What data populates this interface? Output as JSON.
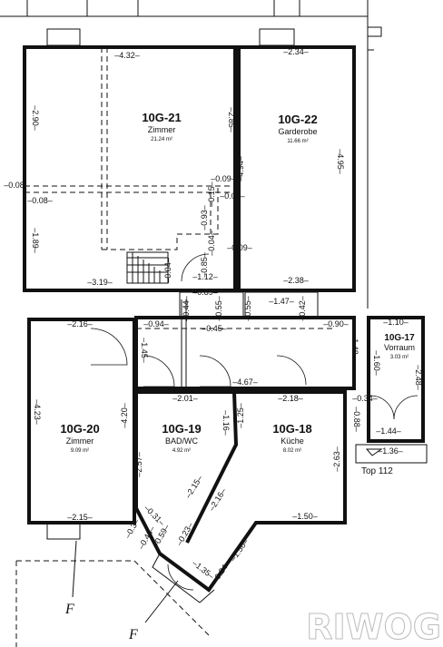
{
  "rooms": [
    {
      "id": "10G-21",
      "name": "Zimmer",
      "area": "21.24 m²"
    },
    {
      "id": "10G-22",
      "name": "Garderobe",
      "area": "11.66 m²"
    },
    {
      "id": "10G-20",
      "name": "Zimmer",
      "area": "9.09 m²"
    },
    {
      "id": "10G-19",
      "name": "BAD/WC",
      "area": "4.92 m²"
    },
    {
      "id": "10G-18",
      "name": "Küche",
      "area": "8.02 m²"
    },
    {
      "id": "10G-17",
      "name": "Vorraum",
      "area": "3.03 m²"
    }
  ],
  "dimensions": [
    "–4.32–",
    "–2.90–",
    "–2.85–",
    "–0.08–",
    "–0.08–",
    "–1.89–",
    "–3.19–",
    "–0.09–",
    "–0.15–",
    "–0.09–",
    "–0.93–",
    "–0.04–",
    "–0.09–",
    "–0.85–",
    "–1.12–",
    "–0.89–",
    "–0.04–",
    "–2.34–",
    "–4.94–",
    "–4.95–",
    "–2.38–",
    "–1.47–",
    "–0.44–",
    "–0.55–",
    "–0.55–",
    "–0.42–",
    "–0.45–",
    "–2.16–",
    "–0.94–",
    "–1.45–",
    "–0.90–",
    "–1.10–",
    "–1.48–",
    "–1.60–",
    "–2.48–",
    "–4.67–",
    "–4.23–",
    "–4.20–",
    "–2.01–",
    "–1.16–",
    "–2.18–",
    "–1.25–",
    "–0.34–",
    "–0.88–",
    "–1.44–",
    "–1.36–",
    "–2.57–",
    "–2.63–",
    "–2.15–",
    "–2.16–",
    "–0.31–",
    "–0.59–",
    "–0.46–",
    "–0.23–",
    "–1.50–",
    "–1.35–",
    "–1.56–",
    "–0.24–",
    "–0.3–",
    "–2.15–"
  ],
  "top_label": "Top 112",
  "section_marks": [
    "F",
    "F"
  ],
  "logo": "RIWOG"
}
